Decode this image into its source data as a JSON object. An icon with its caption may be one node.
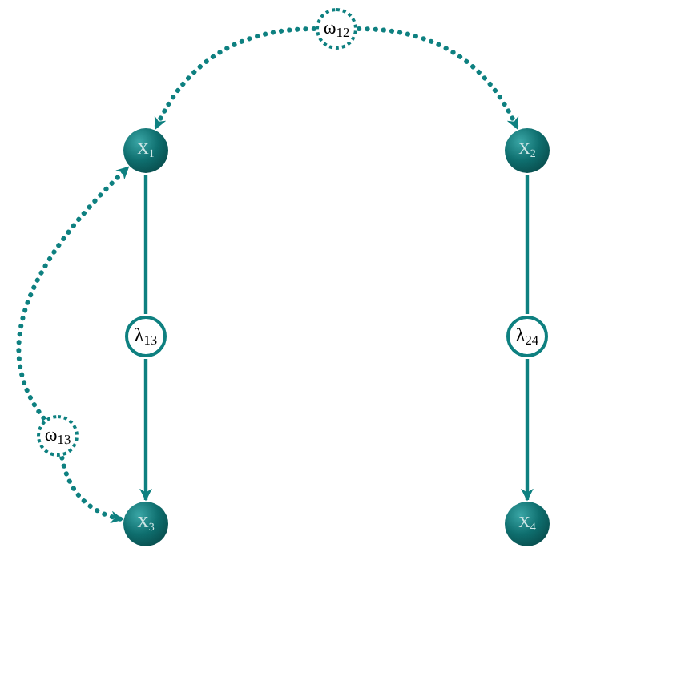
{
  "diagram": {
    "nodes": [
      {
        "text": [
          "ω$_{12}$"
        ]
      },
      {
        "text": [
          "X$_{1}$"
        ]
      },
      {
        "text": [
          "X$_{2}$"
        ]
      },
      {
        "text": [
          "λ$_{13}$"
        ]
      },
      {
        "text": [
          "λ$_{24}$"
        ]
      },
      {
        "text": [
          "ω$_{13}$"
        ]
      },
      {
        "text": [
          "X$_{3}$"
        ]
      },
      {
        "text": [
          "X$_{4}$"
        ]
      }
    ],
    "edges": [
      {
        "from": 0,
        "to": 1,
        "arrow": "to",
        "style": "dashed"
      },
      {
        "from": 0,
        "to": 2,
        "arrow": "to",
        "style": "dashed"
      },
      {
        "from": 1,
        "to": 3,
        "arrow": "none"
      },
      {
        "from": 3,
        "to": 6,
        "arrow": "to"
      },
      {
        "from": 2,
        "to": 4,
        "arrow": "none"
      },
      {
        "from": 4,
        "to": 7,
        "arrow": "to"
      },
      {
        "from": 5,
        "to": 1,
        "arrow": "to",
        "style": "dashed"
      },
      {
        "from": 5,
        "to": 6,
        "arrow": "to",
        "style": "dashed"
      }
    ]
  }
}
